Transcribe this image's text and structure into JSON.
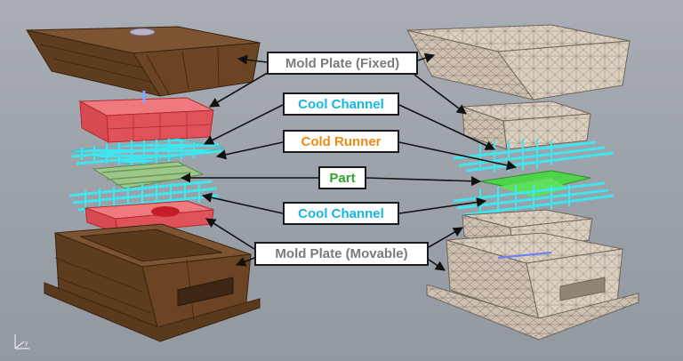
{
  "labels": {
    "mold_plate_fixed": "Mold Plate (Fixed)",
    "cool_channel_top": "Cool Channel",
    "cold_runner": "Cold Runner",
    "part": "Part",
    "cool_channel_bottom": "Cool Channel",
    "mold_plate_movable": "Mold Plate (Movable)"
  },
  "axis_triad": {
    "y_label": "y"
  },
  "colors": {
    "background": "#9ba1a9",
    "mold_plate_brown": "#6b4424",
    "core_red": "#e0525a",
    "cool_channel_cyan": "#3fe6ee",
    "cold_runner_label": "#f08a18",
    "part_green": "#4fd34a",
    "mesh_beige": "#dccfc0",
    "mesh_line": "#8f8478"
  }
}
